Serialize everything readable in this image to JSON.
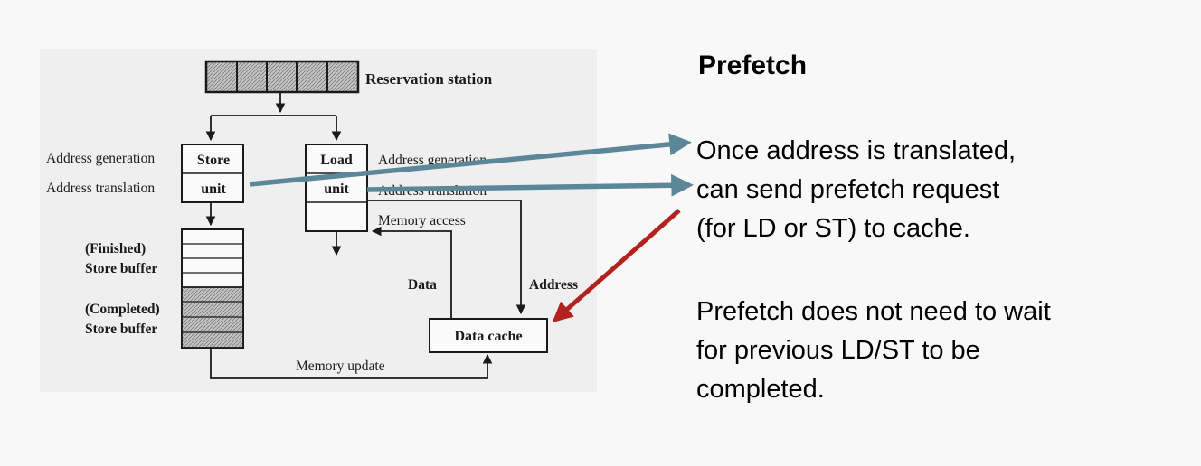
{
  "slide": {
    "title": "Prefetch",
    "para1_lines": [
      "Once address is translated,",
      "can send prefetch request",
      "(for LD or ST) to cache."
    ],
    "para2_lines": [
      "Prefetch does not need to wait",
      "for previous LD/ST to be",
      "completed."
    ]
  },
  "diagram": {
    "reservation_station": "Reservation station",
    "store_unit_top": "Store",
    "store_unit_bottom": "unit",
    "load_unit_top": "Load",
    "load_unit_bottom": "unit",
    "left_addr_gen": "Address generation",
    "left_addr_trans": "Address translation",
    "right_addr_gen": "Address generation",
    "right_addr_trans": "Address translation",
    "memory_access": "Memory access",
    "finished_label_1": "(Finished)",
    "finished_label_2": "Store buffer",
    "completed_label_1": "(Completed)",
    "completed_label_2": "Store buffer",
    "data_label": "Data",
    "address_label": "Address",
    "data_cache": "Data cache",
    "memory_update": "Memory update"
  },
  "colors": {
    "teal_arrow": "#5b8799",
    "red_arrow": "#b3221e",
    "hatch_fill": "#a9a9a9"
  },
  "icons": {
    "arrow_teal": "arrow-right-icon",
    "arrow_red": "arrow-down-left-icon"
  }
}
